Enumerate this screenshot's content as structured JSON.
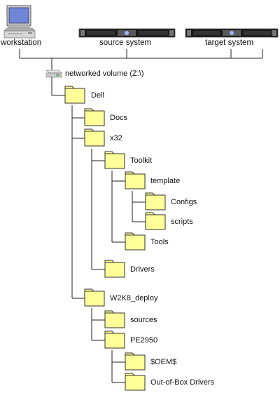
{
  "hosts": {
    "workstation": {
      "label": "workstation",
      "icon": "workstation-icon"
    },
    "source": {
      "label": "source system",
      "icon": "server-icon"
    },
    "target": {
      "label": "target system",
      "icon": "server-icon"
    }
  },
  "volume": {
    "label": "networked volume (Z:\\)",
    "icon": "network-drive-icon"
  },
  "tree": [
    {
      "id": "dell",
      "label": "Dell"
    },
    {
      "id": "docs",
      "label": "Docs"
    },
    {
      "id": "x32",
      "label": "x32"
    },
    {
      "id": "toolkit",
      "label": "Toolkit"
    },
    {
      "id": "template",
      "label": "template"
    },
    {
      "id": "configs",
      "label": "Configs"
    },
    {
      "id": "scripts",
      "label": "scripts"
    },
    {
      "id": "tools",
      "label": "Tools"
    },
    {
      "id": "drivers",
      "label": "Drivers"
    },
    {
      "id": "w2k8",
      "label": "W2K8_deploy"
    },
    {
      "id": "sources",
      "label": "sources"
    },
    {
      "id": "pe2950",
      "label": "PE2950"
    },
    {
      "id": "oem",
      "label": "$OEM$"
    },
    {
      "id": "oob",
      "label": "Out-of-Box Drivers"
    }
  ],
  "colors": {
    "folder_fill": "#ffff99",
    "folder_stroke": "#333333",
    "line": "#222222",
    "server_body": "#1a1a1a",
    "monitor_screen": "#6f86d6"
  }
}
